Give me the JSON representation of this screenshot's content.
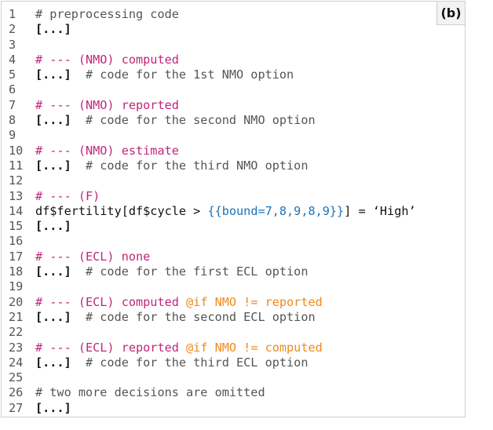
{
  "panel_label": "(b)",
  "colors": {
    "comment": "#555555",
    "decision": "#c0267a",
    "condition": "#f08a1c",
    "placeholder": "#1d73b8",
    "code": "#111111"
  },
  "lines": [
    {
      "n": "1",
      "segments": [
        {
          "text": "# preprocessing code",
          "style": "gray"
        }
      ]
    },
    {
      "n": "2",
      "segments": [
        {
          "text": "[...]",
          "style": "bold"
        }
      ]
    },
    {
      "n": "3",
      "segments": []
    },
    {
      "n": "4",
      "segments": [
        {
          "text": "# --- (NMO) computed",
          "style": "magenta"
        }
      ]
    },
    {
      "n": "5",
      "segments": [
        {
          "text": "[...]",
          "style": "bold"
        },
        {
          "text": "  # code for the 1st NMO option",
          "style": "gray"
        }
      ]
    },
    {
      "n": "6",
      "segments": []
    },
    {
      "n": "7",
      "segments": [
        {
          "text": "# --- (NMO) reported",
          "style": "magenta"
        }
      ]
    },
    {
      "n": "8",
      "segments": [
        {
          "text": "[...]",
          "style": "bold"
        },
        {
          "text": "  # code for the second NMO option",
          "style": "gray"
        }
      ]
    },
    {
      "n": "9",
      "segments": []
    },
    {
      "n": "10",
      "segments": [
        {
          "text": "# --- (NMO) estimate",
          "style": "magenta"
        }
      ]
    },
    {
      "n": "11",
      "segments": [
        {
          "text": "[...]",
          "style": "bold"
        },
        {
          "text": "  # code for the third NMO option",
          "style": "gray"
        }
      ]
    },
    {
      "n": "12",
      "segments": []
    },
    {
      "n": "13",
      "segments": [
        {
          "text": "# --- (F)",
          "style": "magenta"
        }
      ]
    },
    {
      "n": "14",
      "segments": [
        {
          "text": "df$fertility[df$cycle > ",
          "style": "black"
        },
        {
          "text": "{{bound=7,8,9,8,9}}",
          "style": "blue"
        },
        {
          "text": "] = ‘High’",
          "style": "black"
        }
      ]
    },
    {
      "n": "15",
      "segments": [
        {
          "text": "[...]",
          "style": "bold"
        }
      ]
    },
    {
      "n": "16",
      "segments": []
    },
    {
      "n": "17",
      "segments": [
        {
          "text": "# --- (ECL) none",
          "style": "magenta"
        }
      ]
    },
    {
      "n": "18",
      "segments": [
        {
          "text": "[...]",
          "style": "bold"
        },
        {
          "text": "  # code for the first ECL option",
          "style": "gray"
        }
      ]
    },
    {
      "n": "19",
      "segments": []
    },
    {
      "n": "20",
      "segments": [
        {
          "text": "# --- (ECL) computed ",
          "style": "magenta"
        },
        {
          "text": "@if NMO != reported",
          "style": "orange"
        }
      ]
    },
    {
      "n": "21",
      "segments": [
        {
          "text": "[...]",
          "style": "bold"
        },
        {
          "text": "  # code for the second ECL option",
          "style": "gray"
        }
      ]
    },
    {
      "n": "22",
      "segments": []
    },
    {
      "n": "23",
      "segments": [
        {
          "text": "# --- (ECL) reported ",
          "style": "magenta"
        },
        {
          "text": "@if NMO != computed",
          "style": "orange"
        }
      ]
    },
    {
      "n": "24",
      "segments": [
        {
          "text": "[...]",
          "style": "bold"
        },
        {
          "text": "  # code for the third ECL option",
          "style": "gray"
        }
      ]
    },
    {
      "n": "25",
      "segments": []
    },
    {
      "n": "26",
      "segments": [
        {
          "text": "# two more decisions are omitted",
          "style": "gray"
        }
      ]
    },
    {
      "n": "27",
      "segments": [
        {
          "text": "[...]",
          "style": "bold"
        }
      ]
    }
  ]
}
